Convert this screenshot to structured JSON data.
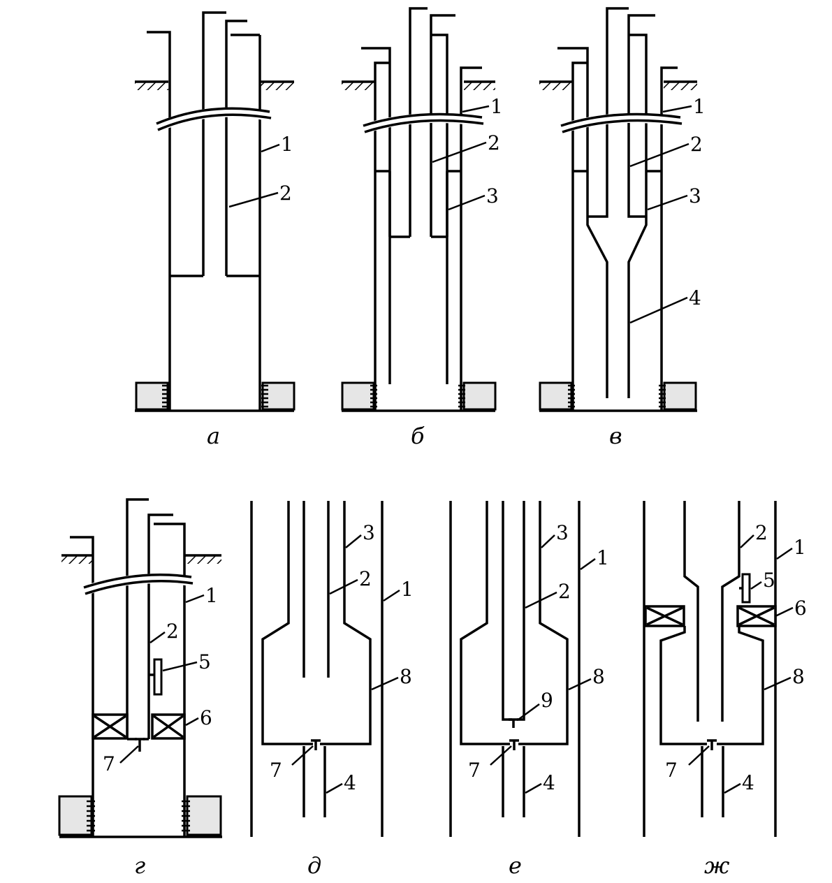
{
  "captions": {
    "a": "а",
    "b": "б",
    "v": "в",
    "g": "г",
    "d": "д",
    "e": "е",
    "zh": "ж"
  },
  "labels": {
    "a1": "1",
    "a2": "2",
    "b1": "1",
    "b2": "2",
    "b3": "3",
    "v1": "1",
    "v2": "2",
    "v3": "3",
    "v4": "4",
    "g1": "1",
    "g2": "2",
    "g5": "5",
    "g6": "6",
    "g7": "7",
    "d3": "3",
    "d2": "2",
    "d1": "1",
    "d8": "8",
    "d7": "7",
    "d4": "4",
    "e3": "3",
    "e1": "1",
    "e2": "2",
    "e9": "9",
    "e8": "8",
    "e7": "7",
    "e4": "4",
    "z2": "2",
    "z1": "1",
    "z5": "5",
    "z6": "6",
    "z8": "8",
    "z7": "7",
    "z4": "4"
  },
  "colors": {
    "ink": "#000000",
    "background": "#ffffff",
    "cement_fill": "#e6e6e6"
  }
}
